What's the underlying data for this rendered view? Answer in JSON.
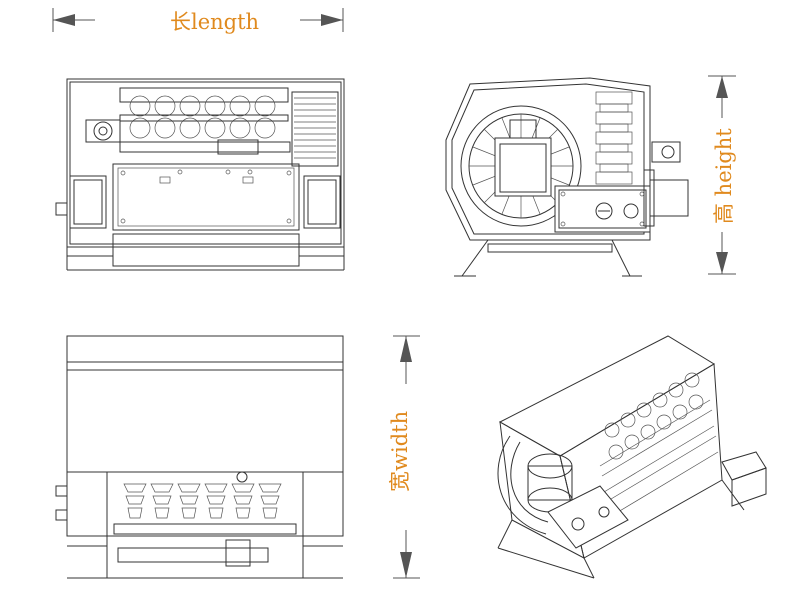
{
  "dimensions": {
    "length_label": "长length",
    "height_label": "高 height",
    "width_label": "宽width"
  },
  "colors": {
    "label": "#e08a1e",
    "line": "#333333"
  }
}
